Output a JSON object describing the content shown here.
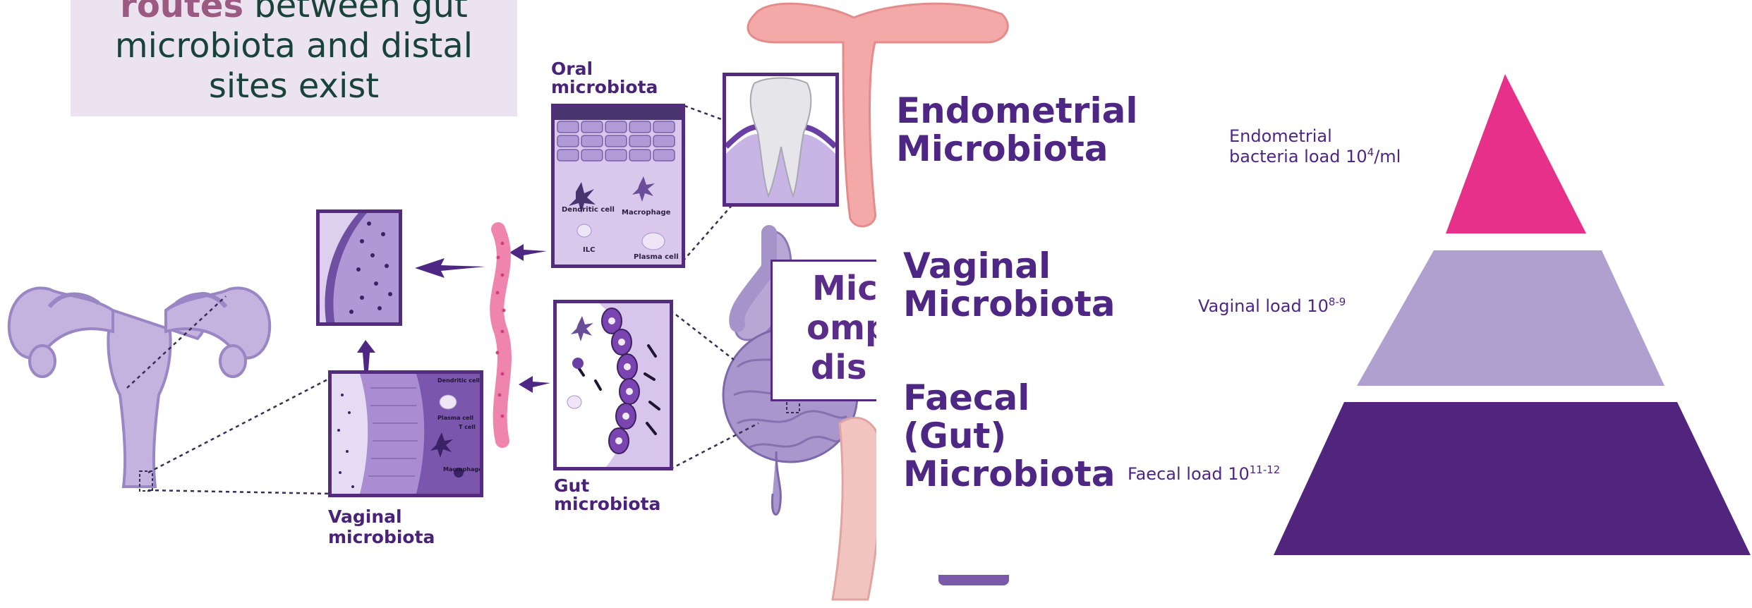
{
  "headline": {
    "accent": "routes",
    "line1_rest": " between gut",
    "line2": "microbiota and distal",
    "line3": "sites exist"
  },
  "regions": {
    "oral": "Oral\nmicrobiota",
    "gut": "Gut\nmicrobiota",
    "vaginal": "Vaginal\nmicrobiota"
  },
  "cell_labels": {
    "dendritic": "Dendritic cell",
    "macrophage": "Macrophage",
    "ilc": "ILC",
    "plasma": "Plasma cell",
    "dendritic_gut": "Dendritic cell",
    "plasma_gut": "Plasma cell",
    "t_cell": "T cell",
    "macrophage_gut": "Macrophage"
  },
  "occluded_box": {
    "line1": "Micr",
    "line2": "omp",
    "line3": "dis"
  },
  "pyramid": {
    "panels": [
      {
        "title": "Endometrial\nMicrobiota"
      },
      {
        "title": "Vaginal\nMicrobiota"
      },
      {
        "title": "Faecal\n(Gut)\nMicrobiota"
      }
    ],
    "loads": {
      "endometrial_text": "Endometrial\nbacteria load 10",
      "endometrial_exp": "4",
      "endometrial_unit": "/ml",
      "vaginal_text": "Vaginal load 10",
      "vaginal_exp": "8-9",
      "faecal_text": "Faecal load 10",
      "faecal_exp": "11-12"
    },
    "colors": {
      "endometrial": "#e6308a",
      "vaginal": "#b0a0cf",
      "faecal": "#51247e"
    }
  }
}
